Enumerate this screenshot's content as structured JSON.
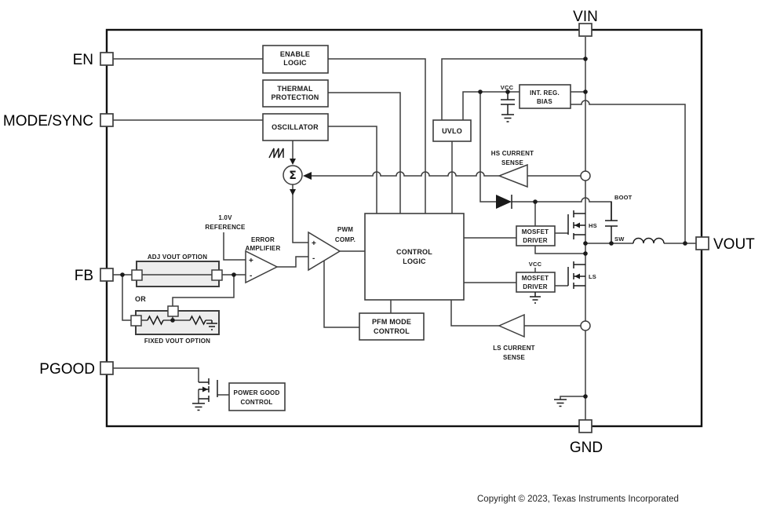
{
  "diagram": {
    "pins": {
      "vin": "VIN",
      "en": "EN",
      "mode_sync": "MODE/SYNC",
      "fb": "FB",
      "pgood": "PGOOD",
      "vout": "VOUT",
      "gnd": "GND"
    },
    "blocks": {
      "enable_logic": {
        "l1": "ENABLE",
        "l2": "LOGIC"
      },
      "thermal_protection": {
        "l1": "THERMAL",
        "l2": "PROTECTION"
      },
      "oscillator": {
        "l1": "OSCILLATOR"
      },
      "uvlo": {
        "l1": "UVLO"
      },
      "int_reg_bias": {
        "l1": "INT. REG.",
        "l2": "BIAS"
      },
      "control_logic": {
        "l1": "CONTROL",
        "l2": "LOGIC"
      },
      "pfm_mode_control": {
        "l1": "PFM MODE",
        "l2": "CONTROL"
      },
      "hs_mosfet_driver": {
        "l1": "MOSFET",
        "l2": "DRIVER"
      },
      "ls_mosfet_driver": {
        "l1": "MOSFET",
        "l2": "DRIVER"
      },
      "power_good_control": {
        "l1": "POWER GOOD",
        "l2": "CONTROL"
      }
    },
    "labels": {
      "reference": {
        "l1": "1.0V",
        "l2": "REFERENCE"
      },
      "error_amplifier": {
        "l1": "ERROR",
        "l2": "AMPLIFIER"
      },
      "pwm_comparator": {
        "l1": "PWM",
        "l2": "COMP."
      },
      "hs_current_sense": {
        "l1": "HS CURRENT",
        "l2": "SENSE"
      },
      "ls_current_sense": {
        "l1": "LS CURRENT",
        "l2": "SENSE"
      },
      "adj_vout_option": "ADJ VOUT OPTION",
      "fixed_vout_option": "FIXED VOUT OPTION",
      "or": "OR",
      "vcc_rail": "VCC",
      "vcc_ls_driver": "VCC",
      "boot": "BOOT",
      "sw": "SW",
      "hs": "HS",
      "ls": "LS",
      "sigma": "Σ",
      "plus": "+",
      "minus": "-"
    },
    "footer": {
      "copyright": "Copyright © 2023, Texas Instruments Incorporated"
    },
    "colors": {
      "wire": "#3d3d3d",
      "border": "#111111",
      "text": "#1a1a1a",
      "block_fill": "#ffffff",
      "option_fill": "#ededed"
    }
  }
}
